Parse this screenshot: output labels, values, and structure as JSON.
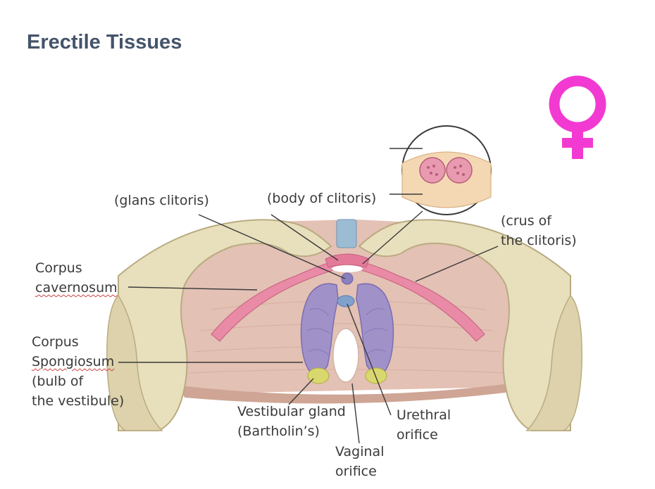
{
  "title": "Erectile Tissues",
  "symbol_color": "#f23ad2",
  "labels": {
    "glans": "(glans clitoris)",
    "body": "(body of clitoris)",
    "crus_line1": "(crus of",
    "crus_line2": "the clitoris)",
    "cavernosum_line1": "Corpus",
    "cavernosum_line2": "cavernosum",
    "spongiosum_line1": "Corpus",
    "spongiosum_line2": "Spongiosum",
    "spongiosum_line3": "(bulb of",
    "spongiosum_line4": "the vestibule)",
    "vestibular_line1": "Vestibular gland",
    "vestibular_line2": "(Bartholin’s)",
    "urethral_line1": "Urethral",
    "urethral_line2": "orifice",
    "vaginal_line1": "Vaginal",
    "vaginal_line2": "orifice"
  }
}
